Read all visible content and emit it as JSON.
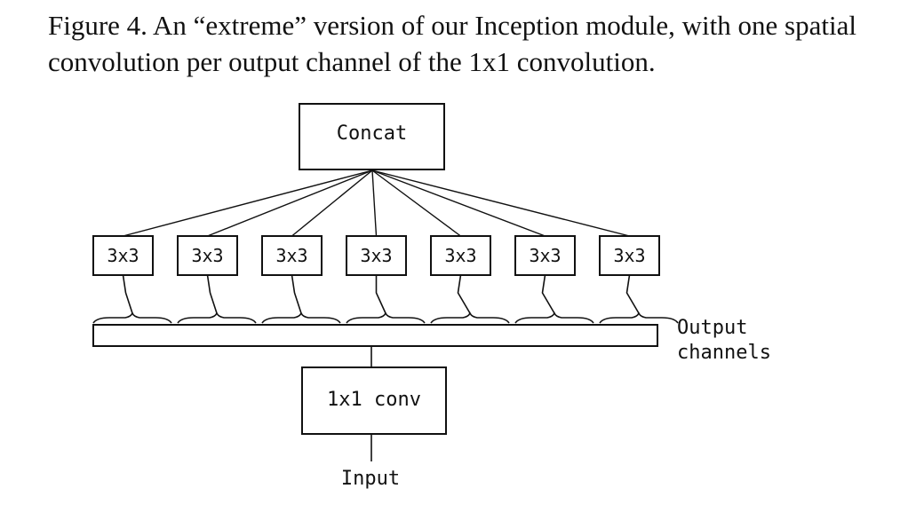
{
  "caption": "Figure 4. An “extreme” version of our Inception module, with one spatial convolution per output channel of the 1x1 convolution.",
  "diagram": {
    "concat_label": "Concat",
    "branch_label": "3x3",
    "branch_count": 7,
    "output_label_line1": "Output",
    "output_label_line2": "channels",
    "conv_label": "1x1 conv",
    "input_label": "Input"
  }
}
